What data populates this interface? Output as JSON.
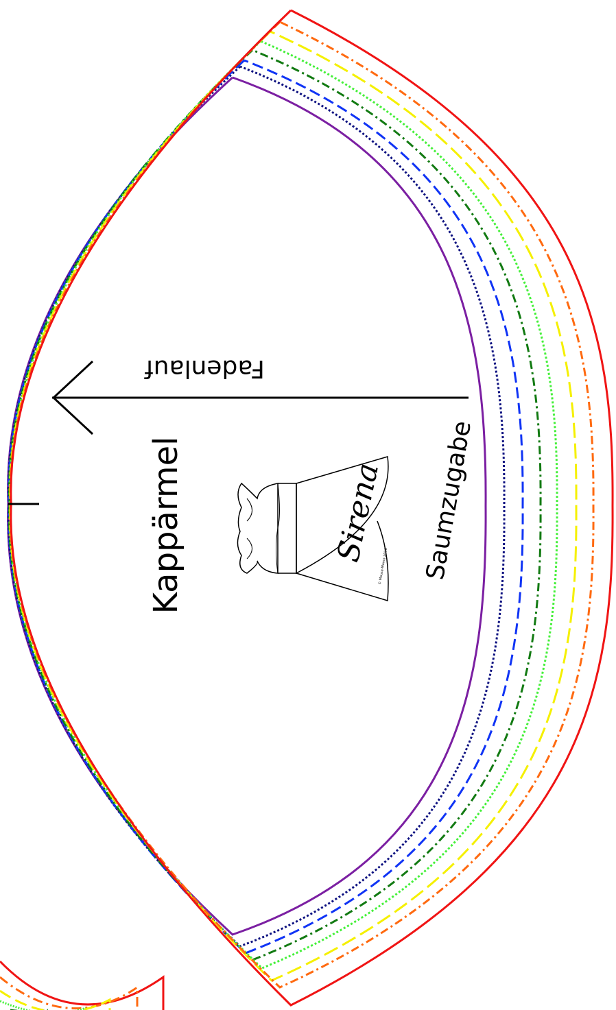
{
  "labels": {
    "piece_name": "Kappärmel",
    "grain_line": "Fadenlauf",
    "hem_allowance": "Saumzugabe"
  },
  "logo": {
    "brand": "Sirena",
    "copyright": "© Mause-Mama 2016"
  },
  "size_lines": [
    {
      "name": "size-line-purple",
      "color": "#7B1FA2",
      "style": "solid"
    },
    {
      "name": "size-line-navy",
      "color": "#0D1180",
      "style": "dotted"
    },
    {
      "name": "size-line-blue",
      "color": "#1034F5",
      "style": "dashed"
    },
    {
      "name": "size-line-darkgreen",
      "color": "#127A12",
      "style": "dash-dot"
    },
    {
      "name": "size-line-lightgreen",
      "color": "#45F03A",
      "style": "dotted"
    },
    {
      "name": "size-line-yellow",
      "color": "#F5F000",
      "style": "long-dash"
    },
    {
      "name": "size-line-orange",
      "color": "#FF6A10",
      "style": "dash-dot"
    },
    {
      "name": "size-line-red",
      "color": "#F01414",
      "style": "solid"
    }
  ]
}
